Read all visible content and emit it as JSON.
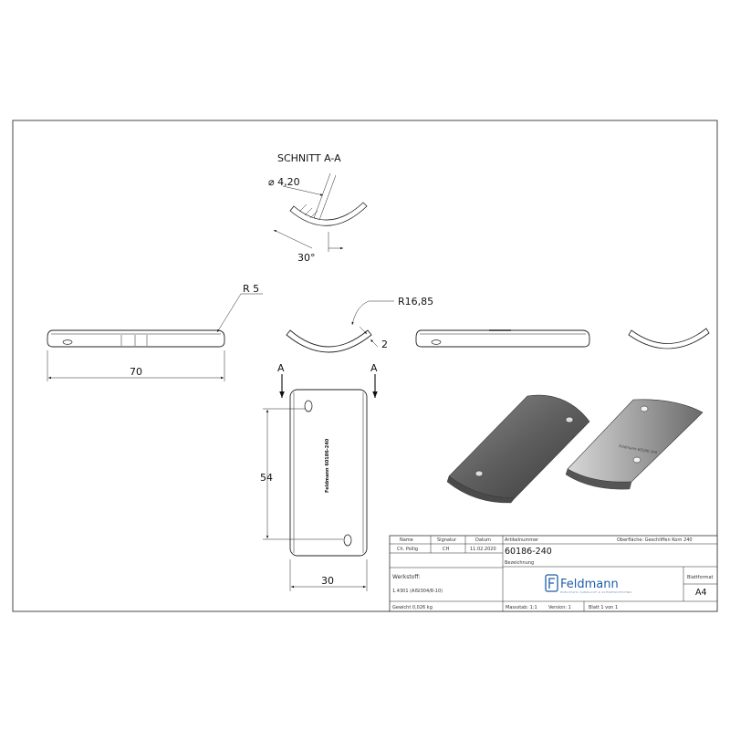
{
  "section": {
    "title": "SCHNITT A-A",
    "hole_diameter": "4,20",
    "angle": "30°"
  },
  "side_view": {
    "radius": "R 5",
    "length": "70"
  },
  "curve_view": {
    "radius": "R16,85",
    "thickness": "2"
  },
  "front_view": {
    "section_mark_left": "A",
    "section_mark_right": "A",
    "height": "54",
    "width": "30",
    "engraving": "Feldmann 60186-240"
  },
  "iso_engraving": "Feldmann 60186-240",
  "title_block": {
    "col_name": "Name",
    "col_signature": "Signatur",
    "col_date": "Datum",
    "col_article": "Artikelnummer",
    "surface": "Oberfläche: Geschliffen Korn 240",
    "name": "Ch. Pollig",
    "signature": "CH",
    "date": "11.02.2020",
    "article_number": "60186-240",
    "designation_label": "Bezeichnung",
    "material_label": "Werkstoff:",
    "material": "1.4301 (AISI304/8-10)",
    "weight": "Gewicht 0,026 kg",
    "scale": "Massstab: 1:1",
    "version": "Version: 1",
    "sheet": "Blatt 1 von 1",
    "format_label": "Blattformat",
    "format": "A4",
    "logo_text": "Feldmann",
    "logo_slogan": "EDELSTAHL HANDLAUF & SCHWEISSTECHNIK"
  }
}
